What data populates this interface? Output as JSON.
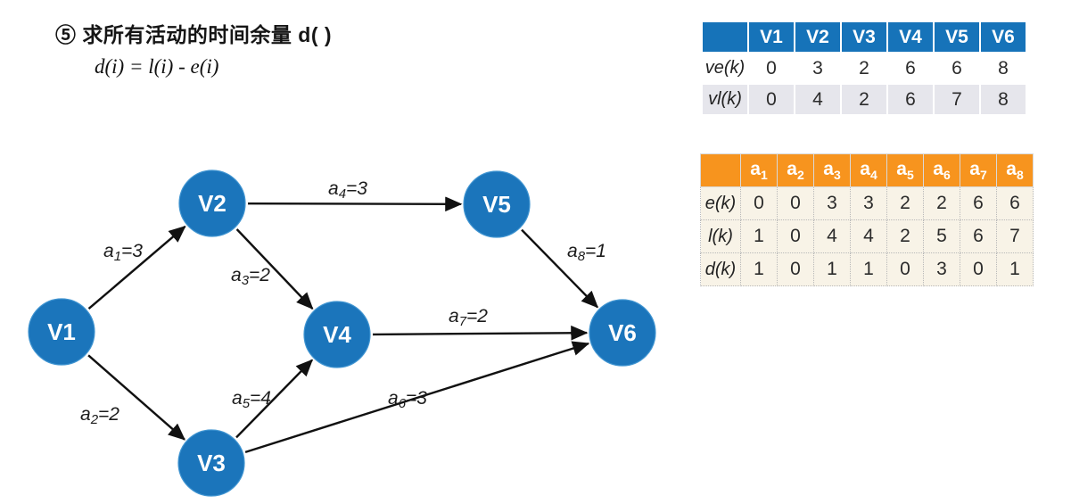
{
  "slide": {
    "title": "⑤ 求所有活动的时间余量 d( )",
    "formula": "d(i) = l(i) - e(i)"
  },
  "colors": {
    "node_blue": "#1b75bb",
    "vertex_table_header": "#1673b9",
    "activity_table_header": "#f7941e",
    "vl_row_background": "#e6e6ec",
    "activity_body_background": "#f8f3e7"
  },
  "graph": {
    "nodes": [
      {
        "id": "V1",
        "label": "V1"
      },
      {
        "id": "V2",
        "label": "V2"
      },
      {
        "id": "V3",
        "label": "V3"
      },
      {
        "id": "V4",
        "label": "V4"
      },
      {
        "id": "V5",
        "label": "V5"
      },
      {
        "id": "V6",
        "label": "V6"
      }
    ],
    "edges": [
      {
        "id": "a1",
        "from": "V1",
        "to": "V2",
        "base": "a",
        "sub": "1",
        "eq": "=3"
      },
      {
        "id": "a2",
        "from": "V1",
        "to": "V3",
        "base": "a",
        "sub": "2",
        "eq": "=2"
      },
      {
        "id": "a3",
        "from": "V2",
        "to": "V4",
        "base": "a",
        "sub": "3",
        "eq": "=2"
      },
      {
        "id": "a4",
        "from": "V2",
        "to": "V5",
        "base": "a",
        "sub": "4",
        "eq": "=3"
      },
      {
        "id": "a5",
        "from": "V3",
        "to": "V4",
        "base": "a",
        "sub": "5",
        "eq": "=4"
      },
      {
        "id": "a6",
        "from": "V3",
        "to": "V6",
        "base": "a",
        "sub": "6",
        "eq": "=3"
      },
      {
        "id": "a7",
        "from": "V4",
        "to": "V6",
        "base": "a",
        "sub": "7",
        "eq": "=2"
      },
      {
        "id": "a8",
        "from": "V5",
        "to": "V6",
        "base": "a",
        "sub": "8",
        "eq": "=1"
      }
    ]
  },
  "tables": {
    "vertex_table": {
      "corner": "",
      "headers": [
        "V1",
        "V2",
        "V3",
        "V4",
        "V5",
        "V6"
      ],
      "rows": [
        {
          "label": "ve(k)",
          "values": [
            "0",
            "3",
            "2",
            "6",
            "6",
            "8"
          ]
        },
        {
          "label": "vl(k)",
          "values": [
            "0",
            "4",
            "2",
            "6",
            "7",
            "8"
          ]
        }
      ]
    },
    "activity_table": {
      "corner": "",
      "headers": [
        {
          "base": "a",
          "sub": "1"
        },
        {
          "base": "a",
          "sub": "2"
        },
        {
          "base": "a",
          "sub": "3"
        },
        {
          "base": "a",
          "sub": "4"
        },
        {
          "base": "a",
          "sub": "5"
        },
        {
          "base": "a",
          "sub": "6"
        },
        {
          "base": "a",
          "sub": "7"
        },
        {
          "base": "a",
          "sub": "8"
        }
      ],
      "rows": [
        {
          "label": "e(k)",
          "values": [
            "0",
            "0",
            "3",
            "3",
            "2",
            "2",
            "6",
            "6"
          ]
        },
        {
          "label": "l(k)",
          "values": [
            "1",
            "0",
            "4",
            "4",
            "2",
            "5",
            "6",
            "7"
          ]
        },
        {
          "label": "d(k)",
          "values": [
            "1",
            "0",
            "1",
            "1",
            "0",
            "3",
            "0",
            "1"
          ]
        }
      ]
    }
  }
}
